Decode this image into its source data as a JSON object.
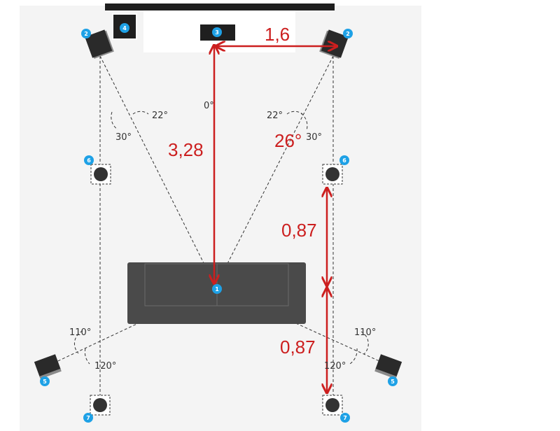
{
  "colors": {
    "room": "#f4f4f4",
    "screen": "#1f1f1f",
    "tv_stand": "#ffffff",
    "sofa": "#4a4a4a",
    "sofa_seam": "#6b6b6b",
    "badge": "#1ea1e6",
    "measure": "#cc1f1f",
    "guide": "#333333"
  },
  "badges": {
    "listener": "1",
    "front_left": "2",
    "front_right": "2",
    "center": "3",
    "subwoofer": "4",
    "side_left": "6",
    "side_right": "6",
    "surround_left": "5",
    "surround_right": "5",
    "back_left": "7",
    "back_right": "7"
  },
  "angles": {
    "center": "0°",
    "front_left_inner": "22°",
    "front_left_outer": "30°",
    "front_right_inner": "22°",
    "front_right_outer": "30°",
    "surround_left_outer": "110°",
    "surround_left_inner": "120°",
    "surround_right_outer": "110°",
    "surround_right_inner": "120°"
  },
  "measurements": {
    "front_width": "1,6",
    "listening_distance": "3,28",
    "toe_in": "26°",
    "side_spacing_upper": "0,87",
    "side_spacing_lower": "0,87"
  }
}
